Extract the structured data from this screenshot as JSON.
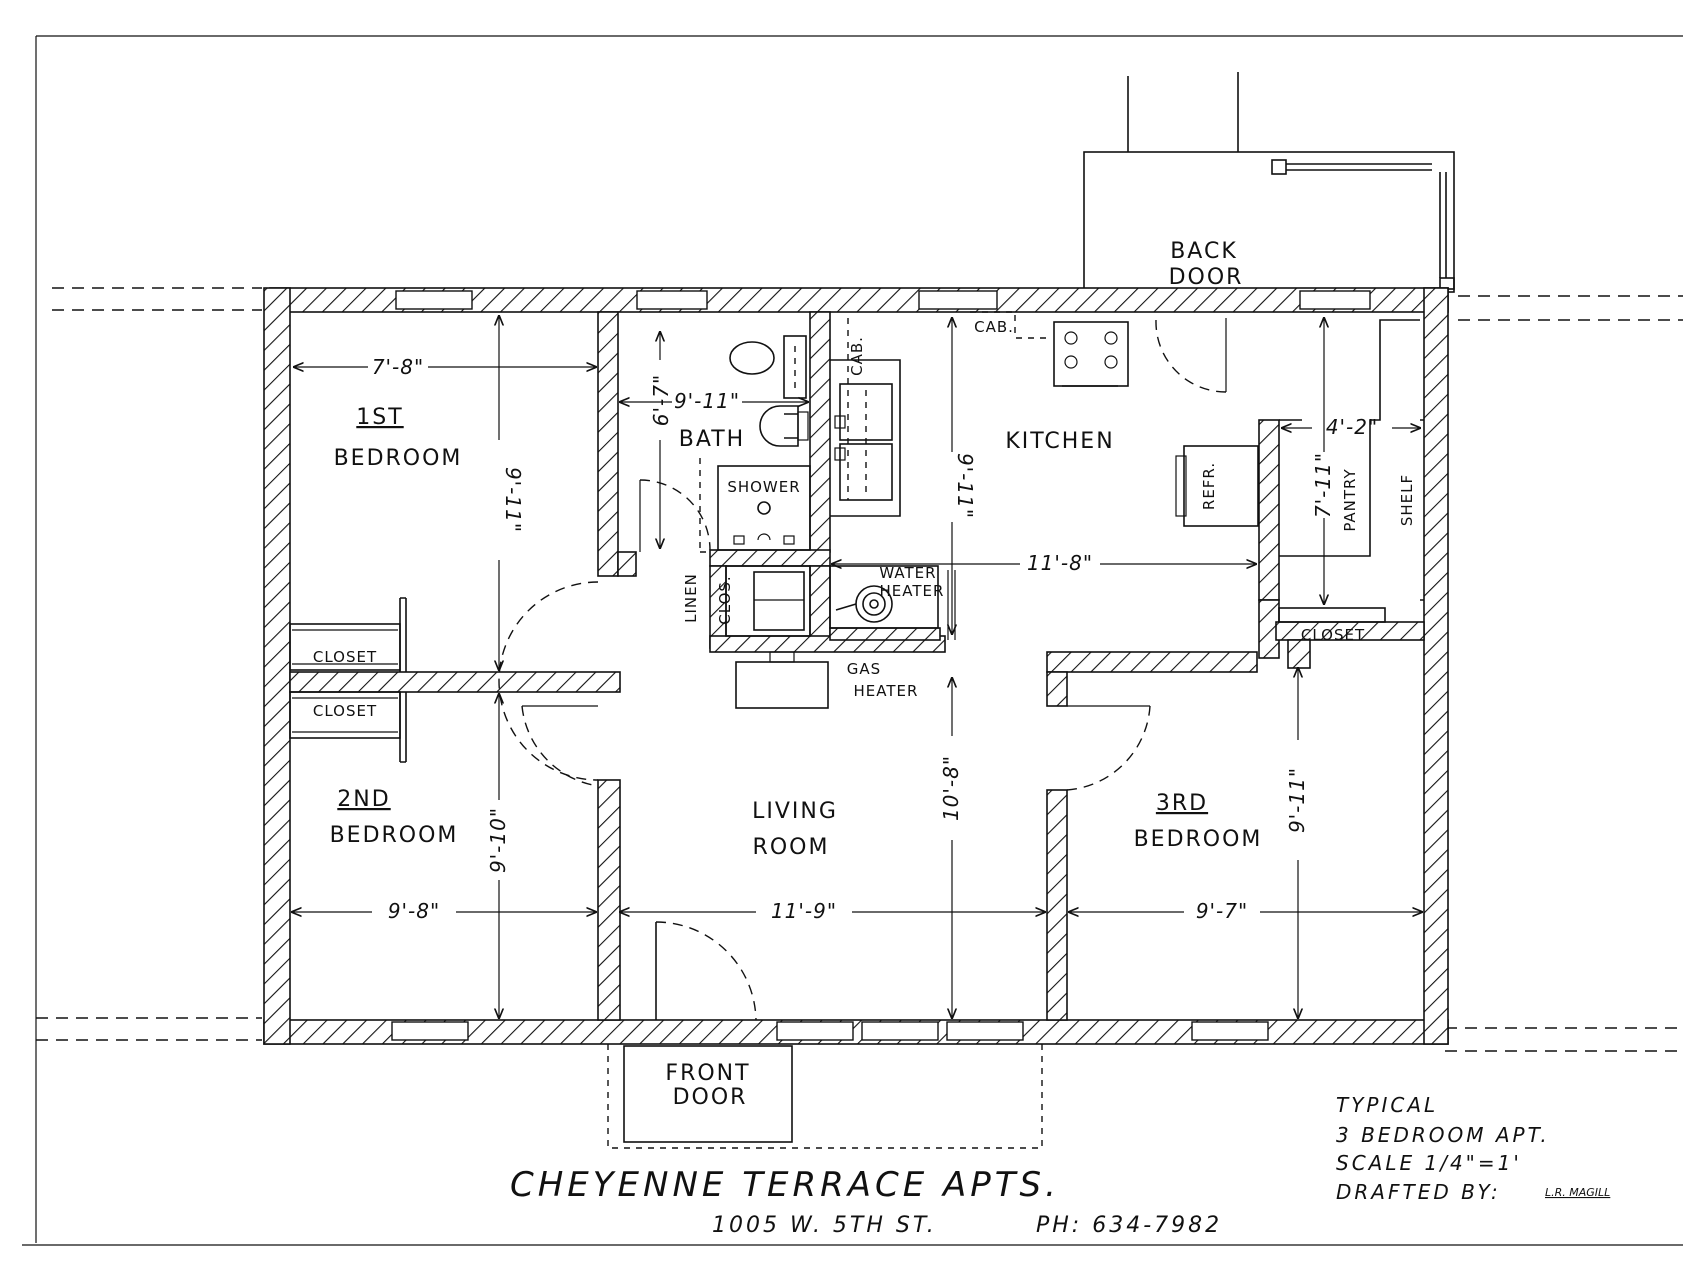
{
  "rooms": {
    "bedroom1_num": "1ST",
    "bedroom1": "BEDROOM",
    "bedroom2_num": "2ND",
    "bedroom2": "BEDROOM",
    "bedroom3_num": "3RD",
    "bedroom3": "BEDROOM",
    "bath": "BATH",
    "kitchen": "KITCHEN",
    "living1": "LIVING",
    "living2": "ROOM",
    "pantry": "PANTRY",
    "shelf": "SHELF",
    "closet1": "CLOSET",
    "closet2": "CLOSET",
    "closet3": "CLOSET",
    "linen": "LINEN",
    "clos": "CLOS.",
    "shower": "SHOWER",
    "cab1": "CAB.",
    "cab2": "CAB.",
    "refr": "REFR.",
    "water_heater1": "WATER",
    "water_heater2": "HEATER",
    "gas_heater1": "GAS",
    "gas_heater2": "HEATER",
    "back_door1": "BACK",
    "back_door2": "DOOR",
    "front_door1": "FRONT",
    "front_door2": "DOOR"
  },
  "dimensions": {
    "b1_width": "7'-8\"",
    "b1_depth": "9'-11\"",
    "bath_width": "9'-11\"",
    "bath_depth": "6'-7\"",
    "kitchen_depth": "9'-11\"",
    "kitchen_width": "11'-8\"",
    "pantry_depth": "7'-11\"",
    "pantry_width": "4'-2\"",
    "b2_depth": "9'-10\"",
    "b2_width": "9'-8\"",
    "living_width": "11'-9\"",
    "living_depth": "10'-8\"",
    "b3_depth": "9'-11\"",
    "b3_width": "9'-7\""
  },
  "title_block": {
    "title": "CHEYENNE TERRACE APTS.",
    "address": "1005 W. 5TH ST.",
    "phone": "PH: 634-7982",
    "typical": "TYPICAL",
    "apt": "3 BEDROOM APT.",
    "scale": "SCALE 1/4\"=1'",
    "drafted": "DRAFTED BY:",
    "drafter": "L.R. MAGILL"
  }
}
